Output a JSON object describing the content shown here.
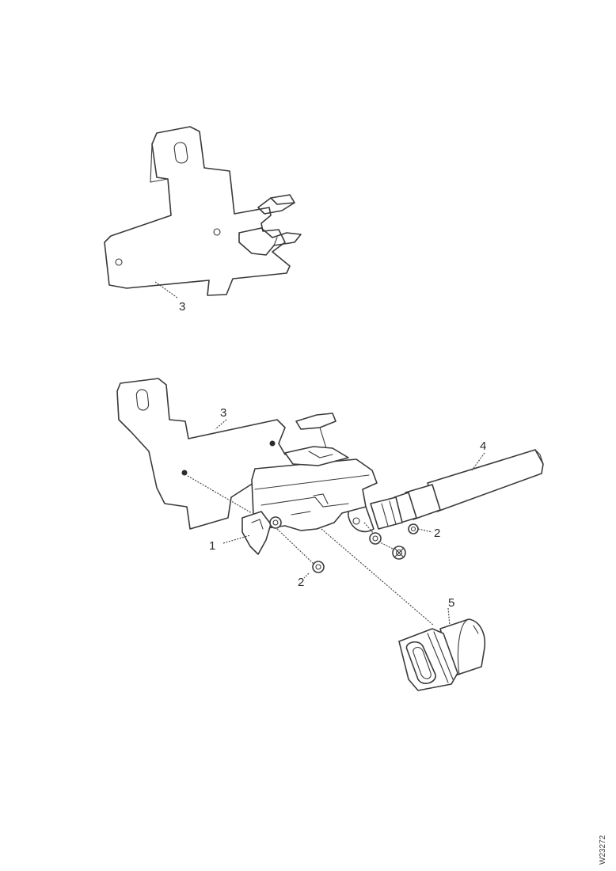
{
  "callouts": {
    "top_bracket": "3",
    "bracket": "3",
    "cable": "4",
    "item_1": "1",
    "nut_lower": "2",
    "nut_right": "2",
    "sensor": "5"
  },
  "reference_code": "W23272"
}
